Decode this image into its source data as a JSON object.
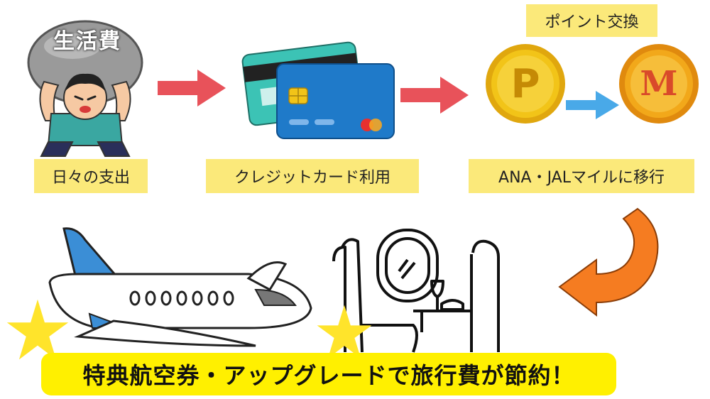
{
  "steps": {
    "expense_label": "日々の支出",
    "expense_badge": "生活費",
    "credit_label": "クレジットカード利用",
    "exchange_label": "ポイント交換",
    "point_coin_letter": "P",
    "mile_coin_letter": "M",
    "miles_label": "ANA・JALマイルに移行"
  },
  "banner": {
    "text": "特典航空券・アップグレードで旅行費が節約！"
  },
  "colors": {
    "label_bg": "#fbe97a",
    "banner_bg": "#fff000",
    "arrow_red": "#e8525a",
    "arrow_blue": "#49a9e8",
    "arrow_orange": "#f57c21",
    "coin_gold": "#f2c418",
    "card_blue": "#1f7ac9",
    "card_teal": "#3cc3b5",
    "plane_tail": "#3b8ed6",
    "star_yellow": "#ffe42b"
  },
  "icons": [
    "weight-person-icon",
    "credit-card-icon",
    "point-coin-icon",
    "mile-coin-icon",
    "airplane-icon",
    "airplane-seat-icon",
    "star-icon"
  ]
}
